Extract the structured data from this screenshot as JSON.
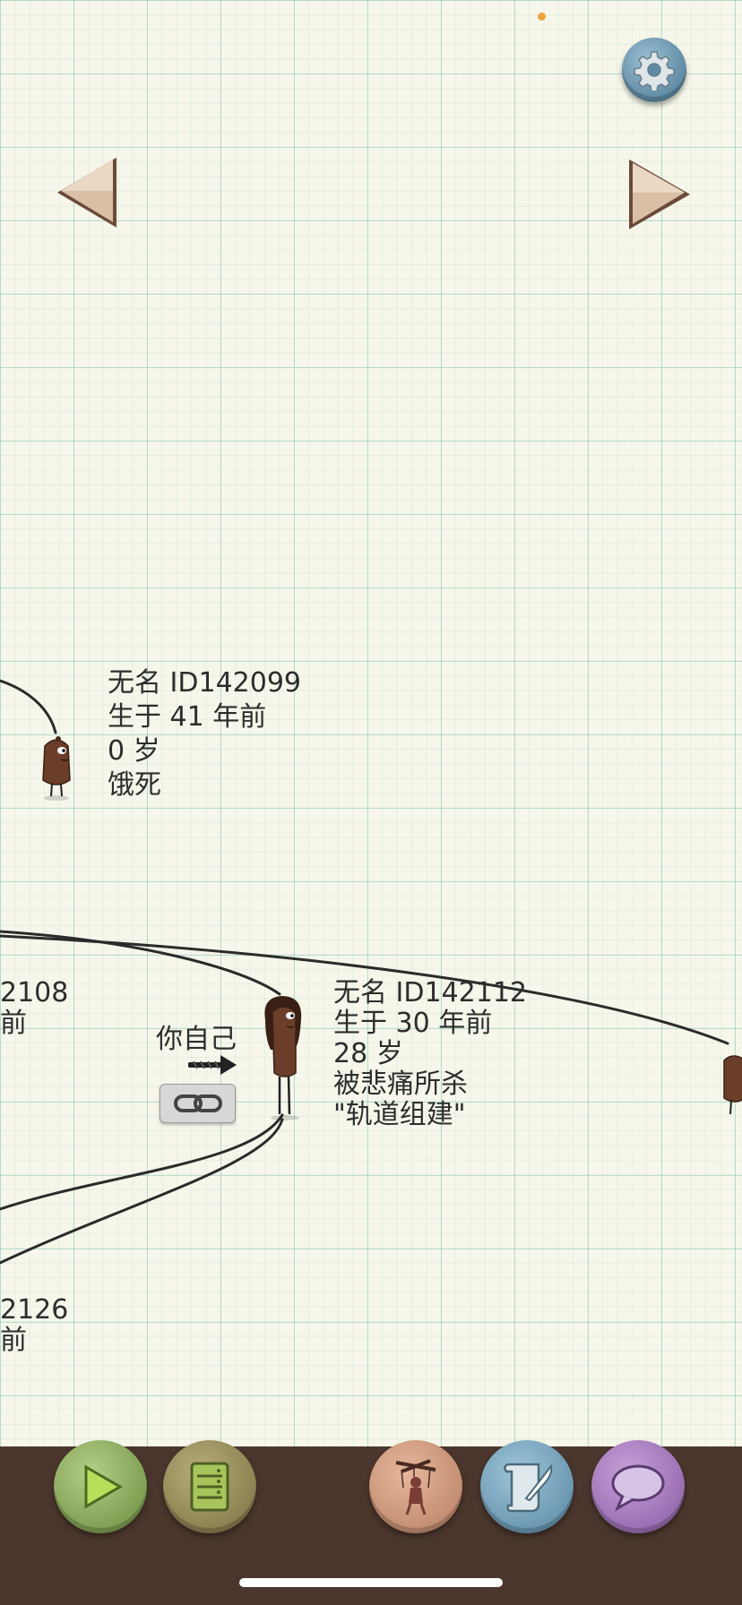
{
  "status": {
    "indicator_color": "#f0a23a"
  },
  "colors": {
    "paper": "#f6f7ea",
    "grid": "#78beb4",
    "ground": "#4a362c",
    "text": "#2d2d2d",
    "character": "#6b3e2a"
  },
  "icons": {
    "settings": "gear-icon",
    "prev": "triangle-left-icon",
    "next": "triangle-right-icon",
    "link": "chain-link-icon",
    "play": "play-icon",
    "list": "list-icon",
    "puppet": "puppet-icon",
    "scroll": "scroll-quill-icon",
    "chat": "speech-bubble-icon"
  },
  "people": {
    "person_142099": {
      "name": "无名 ID142099",
      "born": "生于 41 年前",
      "age": "0 岁",
      "death": "饿死"
    },
    "person_142112": {
      "name": "无名 ID142112",
      "born": "生于 30 年前",
      "age": "28 岁",
      "death": "被悲痛所杀",
      "quote": "\"轨道组建\""
    },
    "partial_142108": {
      "name_fragment": "2108",
      "born_fragment": "前"
    },
    "partial_142126": {
      "name_fragment": "2126",
      "born_fragment": "前"
    }
  },
  "self_marker": {
    "label": "你自己"
  }
}
